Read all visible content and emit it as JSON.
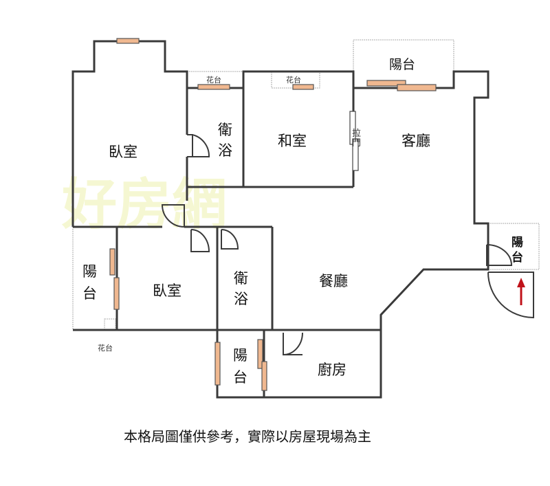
{
  "watermark": "好房網",
  "rooms": {
    "bedroom_1": "臥室",
    "bath_1_a": "衛",
    "bath_1_b": "浴",
    "japanese_room": "和室",
    "sliding_door_a": "拉",
    "sliding_door_b": "門",
    "living_room": "客廳",
    "balcony_top": "陽台",
    "balcony_right_a": "陽",
    "balcony_right_b": "台",
    "balcony_left_a": "陽",
    "balcony_left_b": "台",
    "bedroom_2": "臥室",
    "bath_2_a": "衛",
    "bath_2_b": "浴",
    "dining_room": "餐廳",
    "balcony_bottom_a": "陽",
    "balcony_bottom_b": "台",
    "kitchen": "廚房",
    "planter_1": "花台",
    "planter_2": "花台",
    "planter_3": "花台"
  },
  "caption": "本格局圖僅供參考，實際以房屋現場為主",
  "colors": {
    "wall": "#3a3a3a",
    "window": "#f0b890",
    "entrance_arrow": "#c0121a"
  }
}
